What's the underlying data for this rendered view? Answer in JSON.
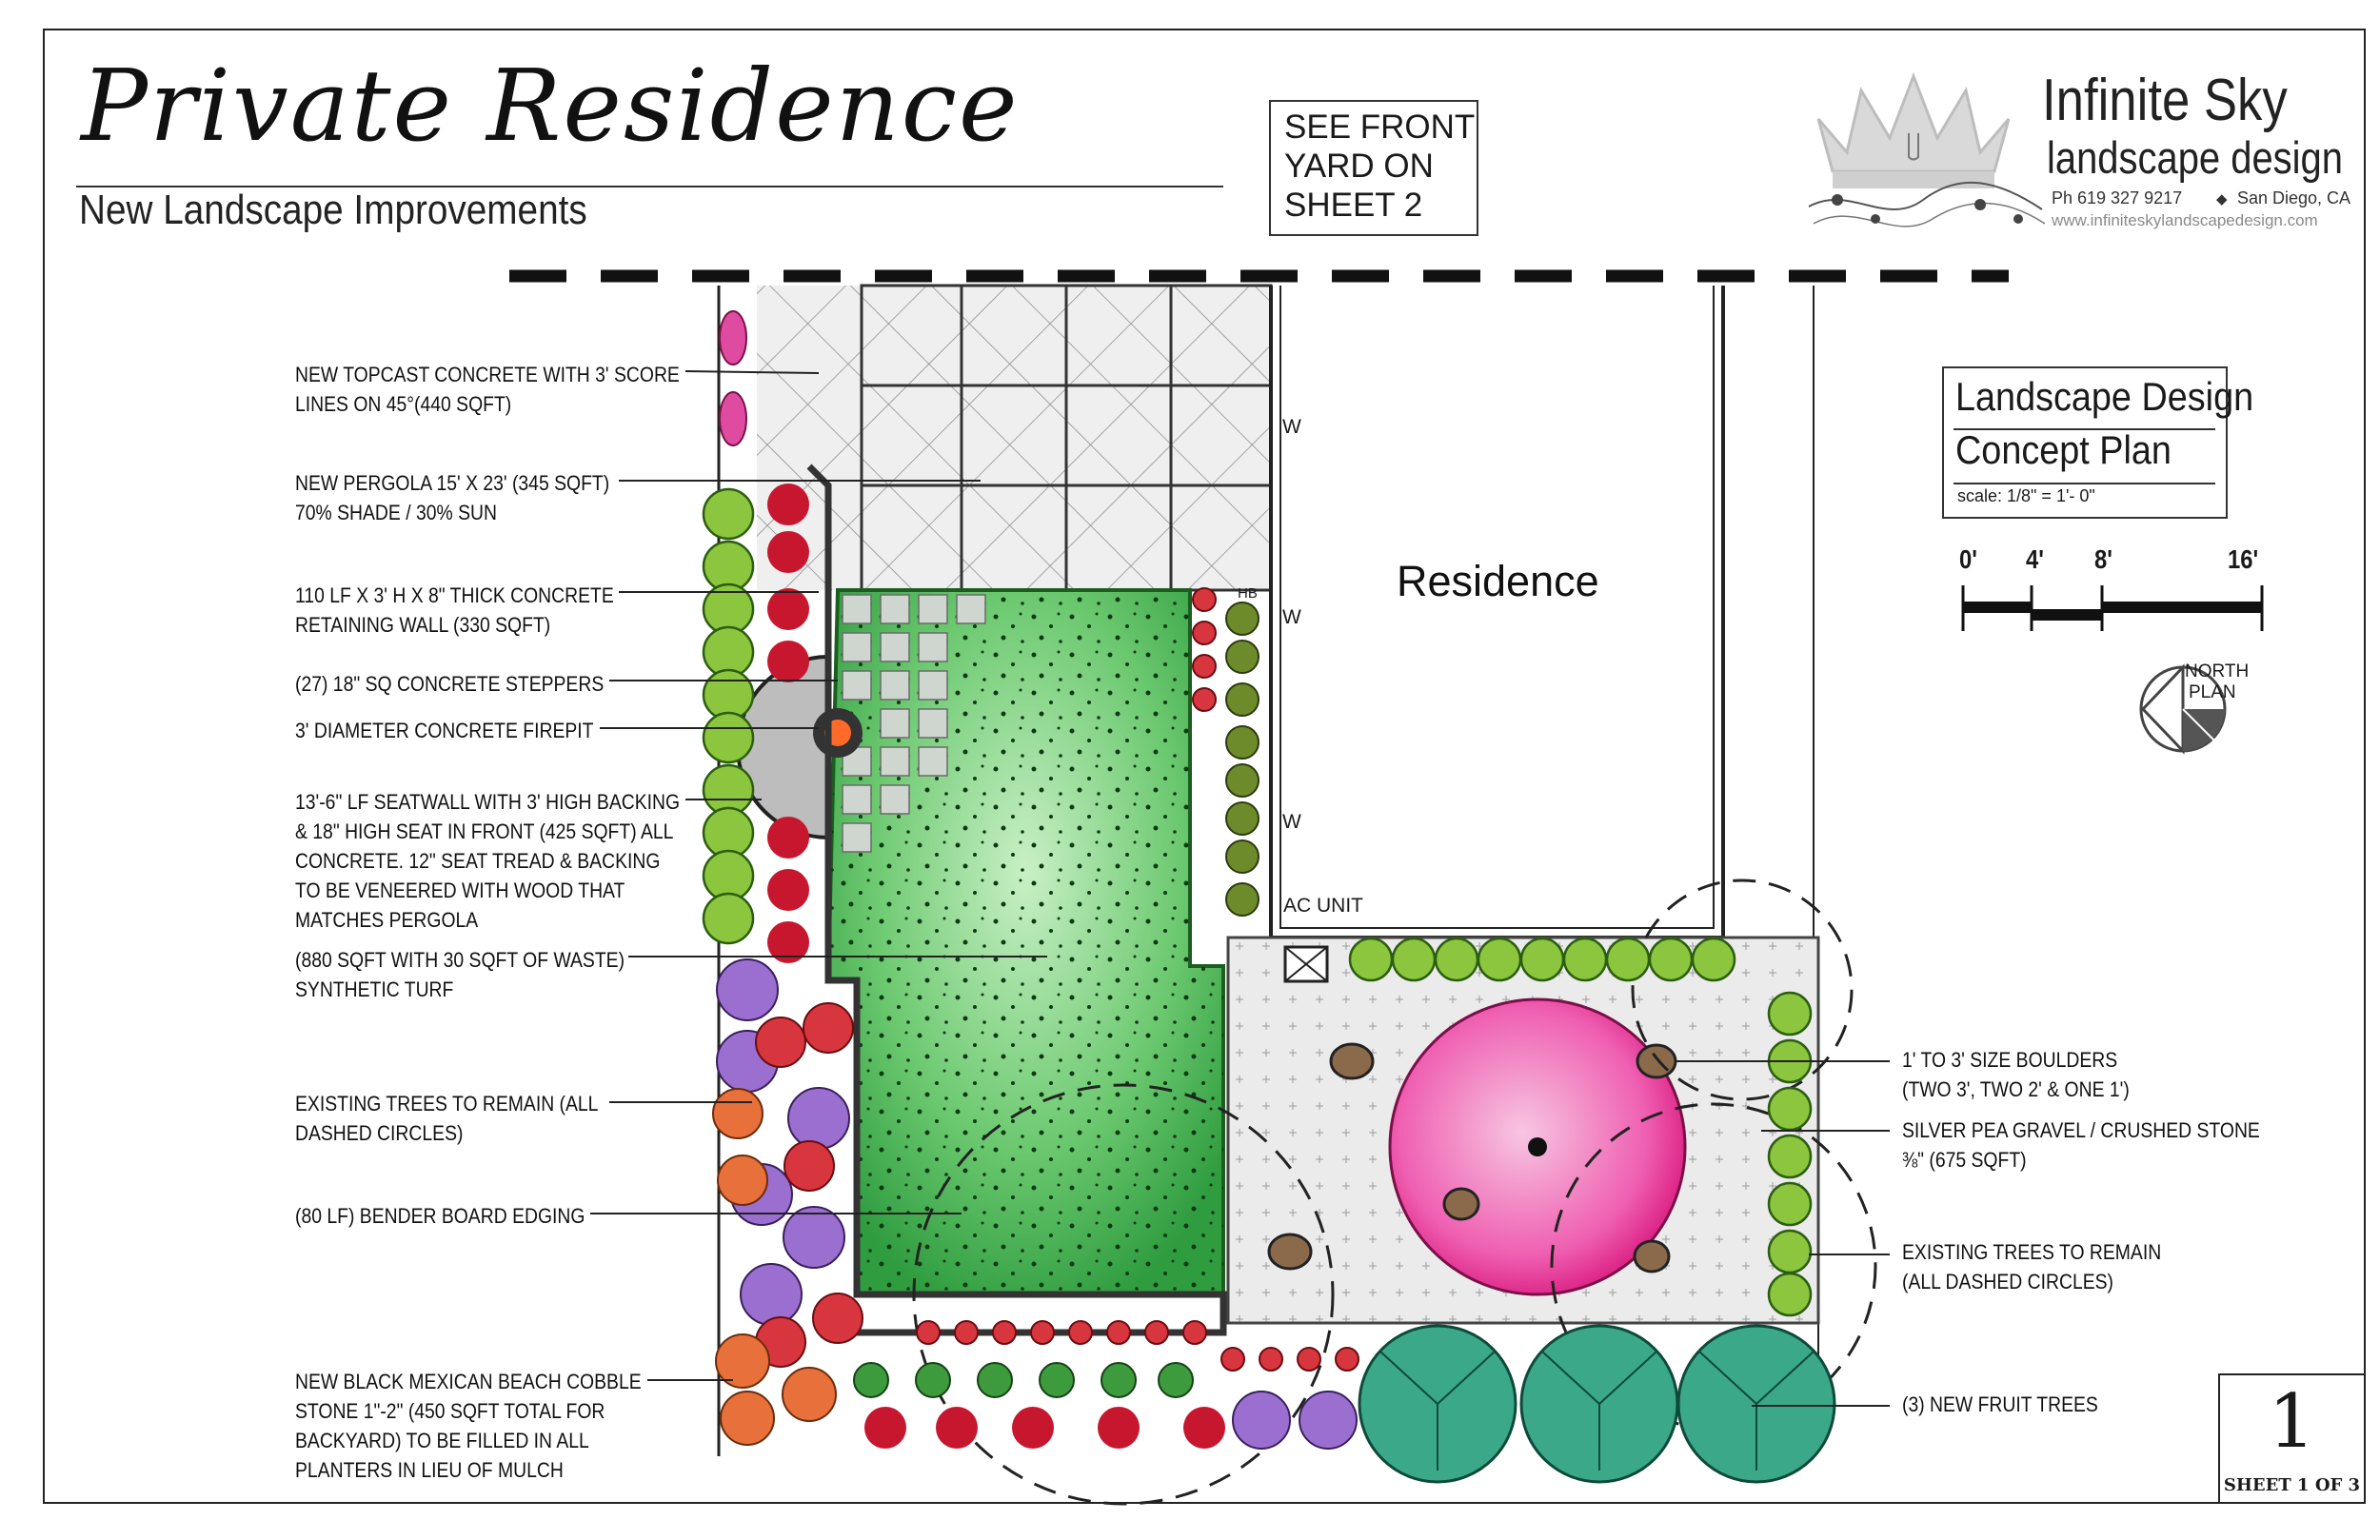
{
  "title": "Private Residence",
  "subtitle": "New Landscape Improvements",
  "front_note": [
    "SEE FRONT",
    "YARD ON",
    "SHEET 2"
  ],
  "brand": {
    "name": "Infinite Sky",
    "sub": "landscape design",
    "phone": "Ph 619 327 9217",
    "city": "San Diego, CA",
    "url": "www.infiniteskylandscapedesign.com"
  },
  "title_block": {
    "line1": "Landscape Design",
    "line2": "Concept Plan",
    "scale": "scale:  1/8\" = 1'- 0\""
  },
  "scale_bar": {
    "labels": [
      "0'",
      "4'",
      "8'",
      "16'"
    ]
  },
  "north": [
    "NORTH",
    "PLAN"
  ],
  "plan": {
    "residence": "Residence",
    "w": "W",
    "hb": "HB",
    "ac_unit": "AC UNIT"
  },
  "labels_left": [
    {
      "lines": [
        "NEW TOPCAST CONCRETE WITH 3' SCORE",
        "LINES ON 45°(440 SQFT)"
      ]
    },
    {
      "lines": [
        "NEW PERGOLA 15' X 23' (345 SQFT)",
        "70% SHADE  / 30% SUN"
      ]
    },
    {
      "lines": [
        "110 LF X 3' H X 8\" THICK CONCRETE",
        "RETAINING WALL (330 SQFT)"
      ]
    },
    {
      "lines": [
        "(27) 18\" SQ CONCRETE STEPPERS"
      ]
    },
    {
      "lines": [
        "3' DIAMETER CONCRETE FIREPIT"
      ]
    },
    {
      "lines": [
        "13'-6\" LF SEATWALL WITH 3' HIGH BACKING",
        "& 18\" HIGH SEAT IN FRONT (425 SQFT) ALL",
        "CONCRETE.  12\" SEAT TREAD & BACKING",
        "TO BE VENEERED WITH WOOD THAT",
        "MATCHES PERGOLA"
      ]
    },
    {
      "lines": [
        "(880 SQFT WITH 30 SQFT OF WASTE)",
        "SYNTHETIC TURF"
      ]
    },
    {
      "lines": [
        "EXISTING TREES TO REMAIN (ALL",
        "DASHED CIRCLES)"
      ]
    },
    {
      "lines": [
        "(80 LF) BENDER BOARD EDGING"
      ]
    },
    {
      "lines": [
        "NEW BLACK MEXICAN BEACH COBBLE",
        "STONE 1\"-2\" (450 SQFT TOTAL FOR",
        "BACKYARD) TO BE FILLED IN ALL",
        "PLANTERS IN LIEU OF MULCH"
      ]
    }
  ],
  "labels_right": [
    {
      "lines": [
        "1' TO 3' SIZE BOULDERS",
        "(TWO 3', TWO 2' & ONE 1')"
      ]
    },
    {
      "lines": [
        "SILVER PEA GRAVEL / CRUSHED STONE",
        "⅜\" (675 SQFT)"
      ]
    },
    {
      "lines": [
        "EXISTING TREES TO REMAIN",
        "(ALL DASHED CIRCLES)"
      ]
    },
    {
      "lines": [
        "(3) NEW FRUIT TREES"
      ]
    }
  ],
  "sheet": {
    "number": "1",
    "of": "SHEET 1 OF 3"
  },
  "colors": {
    "turf": "#5fbf6a",
    "shrub": "#8cc63f",
    "pink_tree": "#e94aa0",
    "purple": "#9b6fcf",
    "red": "#d8363f",
    "orange": "#e8703a",
    "teal": "#3aa889",
    "gravel": "#ececec"
  }
}
